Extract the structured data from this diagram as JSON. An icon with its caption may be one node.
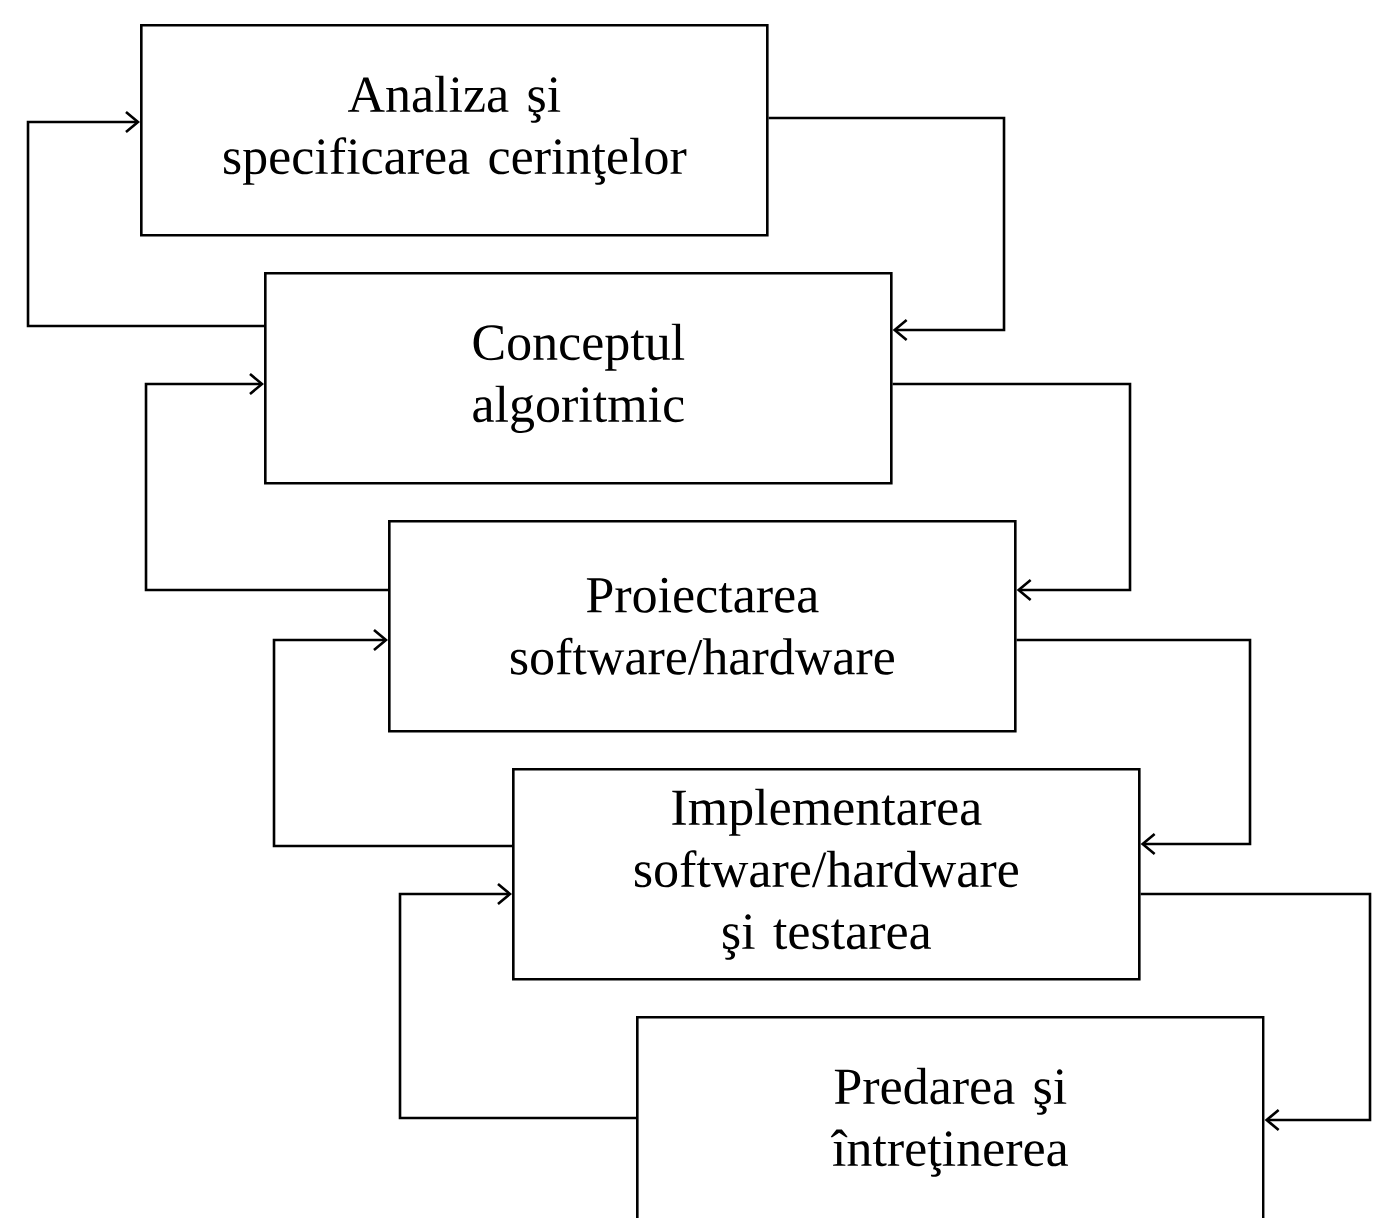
{
  "diagram": {
    "nodes": [
      {
        "text": [
          "Analiza şi specificarea cerinţelor"
        ]
      },
      {
        "text": [
          "Conceptul algoritmic"
        ]
      },
      {
        "text": [
          "Proiectarea software/hardware"
        ]
      },
      {
        "text": [
          "Implementarea software/hardware şi testarea"
        ]
      },
      {
        "text": [
          "Predarea şi întreţinerea"
        ]
      }
    ],
    "edges": [
      {
        "from": 0,
        "to": 1,
        "arrow": "to"
      },
      {
        "from": 1,
        "to": 0,
        "arrow": "to"
      },
      {
        "from": 1,
        "to": 2,
        "arrow": "to"
      },
      {
        "from": 2,
        "to": 1,
        "arrow": "to"
      },
      {
        "from": 2,
        "to": 3,
        "arrow": "to"
      },
      {
        "from": 3,
        "to": 2,
        "arrow": "to"
      },
      {
        "from": 3,
        "to": 4,
        "arrow": "to"
      },
      {
        "from": 4,
        "to": 3,
        "arrow": "to"
      }
    ]
  }
}
